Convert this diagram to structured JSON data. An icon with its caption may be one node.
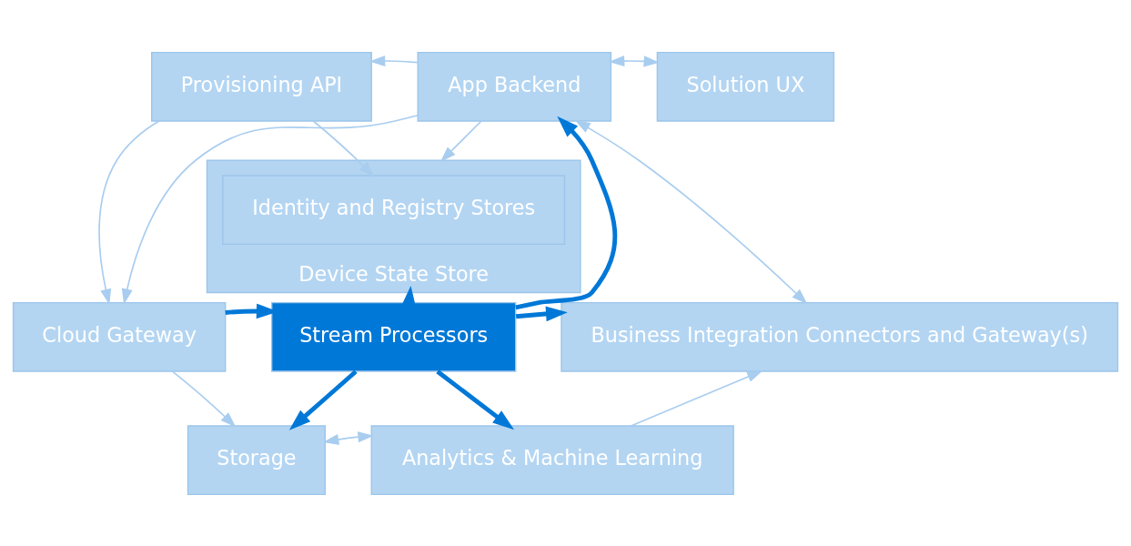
{
  "diagram": {
    "nodes": [
      {
        "text": [
          "Cloud Gateway"
        ]
      },
      {
        "text": [
          "Provisioning API"
        ]
      },
      {
        "text": [
          "Device State Store"
        ]
      },
      {
        "text": [
          "Identity and Registry Stores"
        ],
        "in": 2
      },
      {
        "text": [
          "App Backend"
        ]
      },
      {
        "text": [
          "Solution UX"
        ]
      },
      {
        "text": [
          "Stream Processors"
        ]
      },
      {
        "text": [
          "Business Integration Connectors and Gateway(s)"
        ]
      },
      {
        "text": [
          "Storage"
        ]
      },
      {
        "text": [
          "Analytics & Machine Learning"
        ]
      }
    ],
    "edges": [
      {
        "from": 1,
        "to": 0,
        "arrow": "to"
      },
      {
        "from": 4,
        "to": 1,
        "arrow": "to"
      },
      {
        "from": 4,
        "to": 0,
        "arrow": "to"
      },
      {
        "from": 1,
        "to": 3,
        "arrow": "to"
      },
      {
        "from": 4,
        "to": 2,
        "arrow": "to"
      },
      {
        "from": 4,
        "to": 5,
        "arrow": "both"
      },
      {
        "from": 4,
        "to": 7,
        "arrow": "both"
      },
      {
        "from": 0,
        "to": 6,
        "arrow": "to",
        "style": "thick",
        "color": "#0078d7"
      },
      {
        "from": 6,
        "to": 2,
        "arrow": "to",
        "style": "thick",
        "color": "#0078d7"
      },
      {
        "from": 6,
        "to": 4,
        "arrow": "to",
        "style": "thick",
        "color": "#0078d7"
      },
      {
        "from": 6,
        "to": 7,
        "arrow": "to",
        "style": "thick",
        "color": "#0078d7"
      },
      {
        "from": 6,
        "to": 8,
        "arrow": "to",
        "style": "thick",
        "color": "#0078d7"
      },
      {
        "from": 6,
        "to": 9,
        "arrow": "to",
        "style": "thick",
        "color": "#0078d7"
      },
      {
        "from": 0,
        "to": 8,
        "arrow": "to"
      },
      {
        "from": 8,
        "to": 9,
        "arrow": "both"
      },
      {
        "from": 9,
        "to": 7,
        "arrow": "to"
      }
    ]
  }
}
